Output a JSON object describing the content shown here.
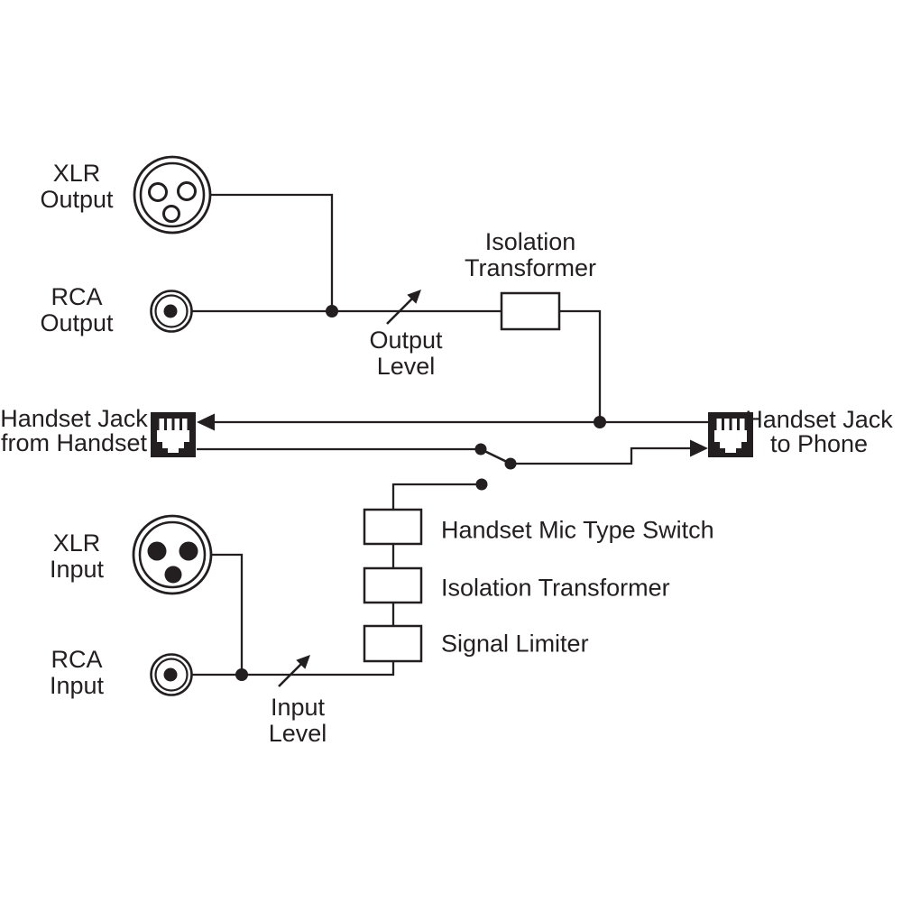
{
  "colors": {
    "background": "#ffffff",
    "ink": "#231f20"
  },
  "connectors": {
    "xlr_output": {
      "label": [
        "XLR",
        "Output"
      ],
      "icon": "xlr-female-connector-icon"
    },
    "rca_output": {
      "label": [
        "RCA",
        "Output"
      ],
      "icon": "rca-connector-icon"
    },
    "xlr_input": {
      "label": [
        "XLR",
        "Input"
      ],
      "icon": "xlr-male-connector-icon"
    },
    "rca_input": {
      "label": [
        "RCA",
        "Input"
      ],
      "icon": "rca-connector-icon"
    },
    "handset_jack_from": {
      "label": [
        "Handset Jack",
        "from Handset"
      ],
      "icon": "rj11-jack-icon"
    },
    "handset_jack_to": {
      "label": [
        "Handset Jack",
        "to Phone"
      ],
      "icon": "rj11-jack-icon"
    }
  },
  "controls": {
    "output_level": {
      "label": [
        "Output",
        "Level"
      ],
      "symbol": "variable-level-arrow"
    },
    "input_level": {
      "label": [
        "Input",
        "Level"
      ],
      "symbol": "variable-level-arrow"
    }
  },
  "blocks": {
    "isolation_transformer_top": {
      "label": [
        "Isolation",
        "Transformer"
      ]
    },
    "handset_mic_type_switch": {
      "label": "Handset Mic Type Switch"
    },
    "isolation_transformer_chain": {
      "label": "Isolation Transformer"
    },
    "signal_limiter": {
      "label": "Signal Limiter"
    }
  }
}
